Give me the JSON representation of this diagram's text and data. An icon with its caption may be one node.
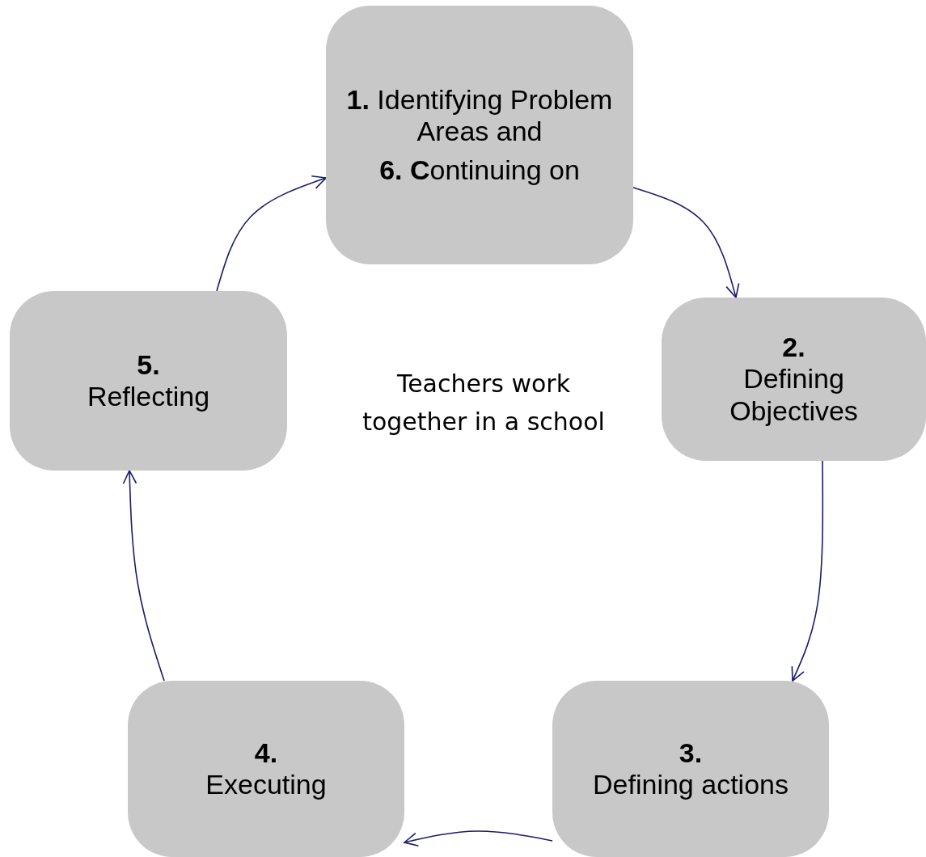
{
  "diagram": {
    "nodes": [
      {
        "text": [
          "**1.** Identifying Problem Areas and",
          "**6. C**ontinuing on"
        ]
      },
      {
        "text": [
          "**2.** Defining Objectives"
        ]
      },
      {
        "text": [
          "**3.** Defining actions"
        ]
      },
      {
        "text": [
          "**4.** Executing"
        ]
      },
      {
        "text": [
          "**5.** Reflecting"
        ]
      }
    ],
    "edges": [
      {
        "from": 0,
        "to": 1,
        "arrow": "to"
      },
      {
        "from": 1,
        "to": 2,
        "arrow": "to"
      },
      {
        "from": 2,
        "to": 3,
        "arrow": "to"
      },
      {
        "from": 3,
        "to": 4,
        "arrow": "to"
      },
      {
        "from": 4,
        "to": 0,
        "arrow": "to"
      }
    ],
    "labels": [
      "Teachers work together in a school"
    ]
  }
}
